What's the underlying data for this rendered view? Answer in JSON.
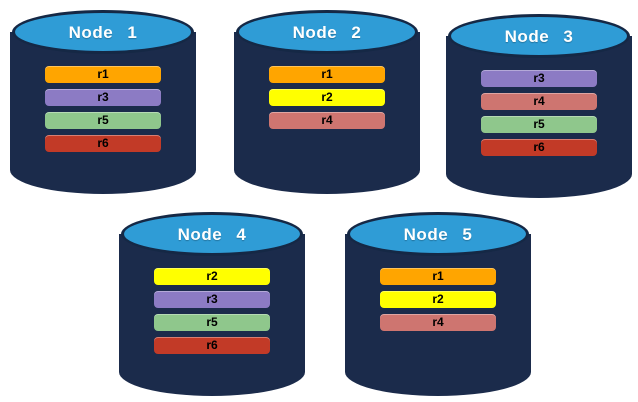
{
  "diagram": {
    "description": "Five database nodes shown as cylinders, each storing a subset of replicas r1-r6",
    "nodes": [
      {
        "name": "Node 1",
        "replicas": [
          "r1",
          "r3",
          "r5",
          "r6"
        ]
      },
      {
        "name": "Node 2",
        "replicas": [
          "r1",
          "r2",
          "r4"
        ]
      },
      {
        "name": "Node 3",
        "replicas": [
          "r3",
          "r4",
          "r5",
          "r6"
        ]
      },
      {
        "name": "Node 4",
        "replicas": [
          "r2",
          "r3",
          "r5",
          "r6"
        ]
      },
      {
        "name": "Node 5",
        "replicas": [
          "r1",
          "r2",
          "r4"
        ]
      }
    ],
    "replica_colors": {
      "r1": "#FFA500",
      "r2": "#FFFF00",
      "r3": "#8C7BC4",
      "r4": "#CE7570",
      "r5": "#8FC78C",
      "r6": "#C23A27"
    },
    "colors": {
      "cylinder_body": "#1B2B4B",
      "cylinder_top": "#2F9CD6",
      "cylinder_outline": "#152845",
      "background": "#FFFFFF",
      "node_label_color": "#FFFFFF",
      "replica_label_color": "#000000"
    }
  }
}
